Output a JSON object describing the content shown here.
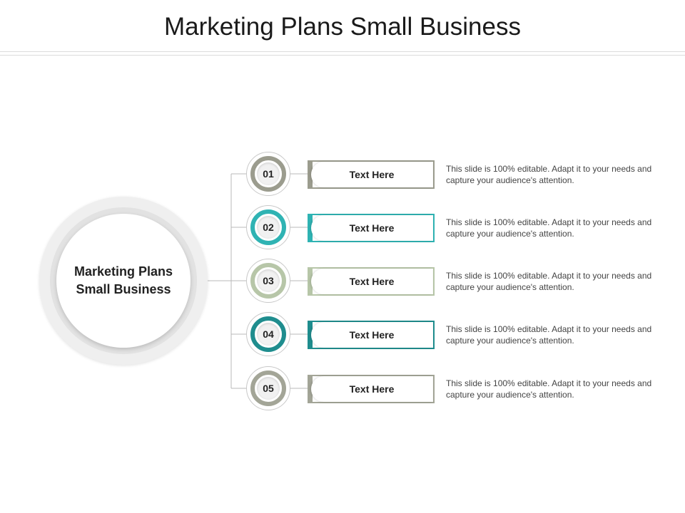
{
  "slide": {
    "title": "Marketing Plans Small Business",
    "hub_line1": "Marketing Plans",
    "hub_line2": "Small Business"
  },
  "colors": {
    "step_01": "#9b9c8e",
    "step_02": "#2fb3b3",
    "step_03": "#b7c6a8",
    "step_04": "#1f8d8e",
    "step_05": "#a3a597",
    "connector": "#b9b9b9"
  },
  "steps": [
    {
      "number": "01",
      "label": "Text Here",
      "description": "This slide is 100% editable. Adapt it to your needs and capture your audience's attention."
    },
    {
      "number": "02",
      "label": "Text Here",
      "description": "This slide is 100% editable. Adapt it to your needs and capture your audience's attention."
    },
    {
      "number": "03",
      "label": "Text Here",
      "description": "This slide is 100% editable. Adapt it to your needs and capture your audience's attention."
    },
    {
      "number": "04",
      "label": "Text Here",
      "description": "This slide is 100% editable. Adapt it to your needs and capture your audience's attention."
    },
    {
      "number": "05",
      "label": "Text Here",
      "description": "This slide is 100% editable. Adapt it to your needs and capture your audience's attention."
    }
  ]
}
